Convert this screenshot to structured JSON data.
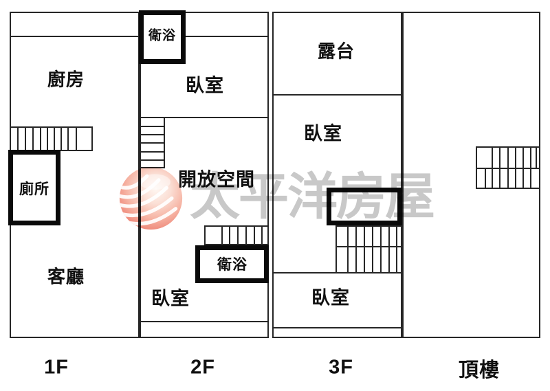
{
  "watermark": {
    "brand_text": "太平洋房屋",
    "logo_icon": "globe-waves-icon",
    "text_color": "#c8c8c8",
    "logo_colors": {
      "light": "#fbdfd5",
      "mid": "#f6b4a4",
      "deep": "#ef8a7b"
    }
  },
  "colors": {
    "wall": "#262626",
    "thick_wall": "#0a0a0a",
    "label_text": "#111111",
    "background": "#ffffff"
  },
  "floors": [
    {
      "id": "1f",
      "label": "1F",
      "rooms": [
        {
          "name": "廚房"
        },
        {
          "name": "廁所"
        },
        {
          "name": "客廳"
        }
      ]
    },
    {
      "id": "2f",
      "label": "2F",
      "rooms": [
        {
          "name": "衛浴"
        },
        {
          "name": "臥室"
        },
        {
          "name": "開放空間"
        },
        {
          "name": "衛浴"
        },
        {
          "name": "臥室"
        }
      ]
    },
    {
      "id": "3f",
      "label": "3F",
      "rooms": [
        {
          "name": "露台"
        },
        {
          "name": "臥室"
        },
        {
          "name": "臥室"
        }
      ]
    },
    {
      "id": "roof",
      "label": "頂樓",
      "rooms": []
    }
  ]
}
